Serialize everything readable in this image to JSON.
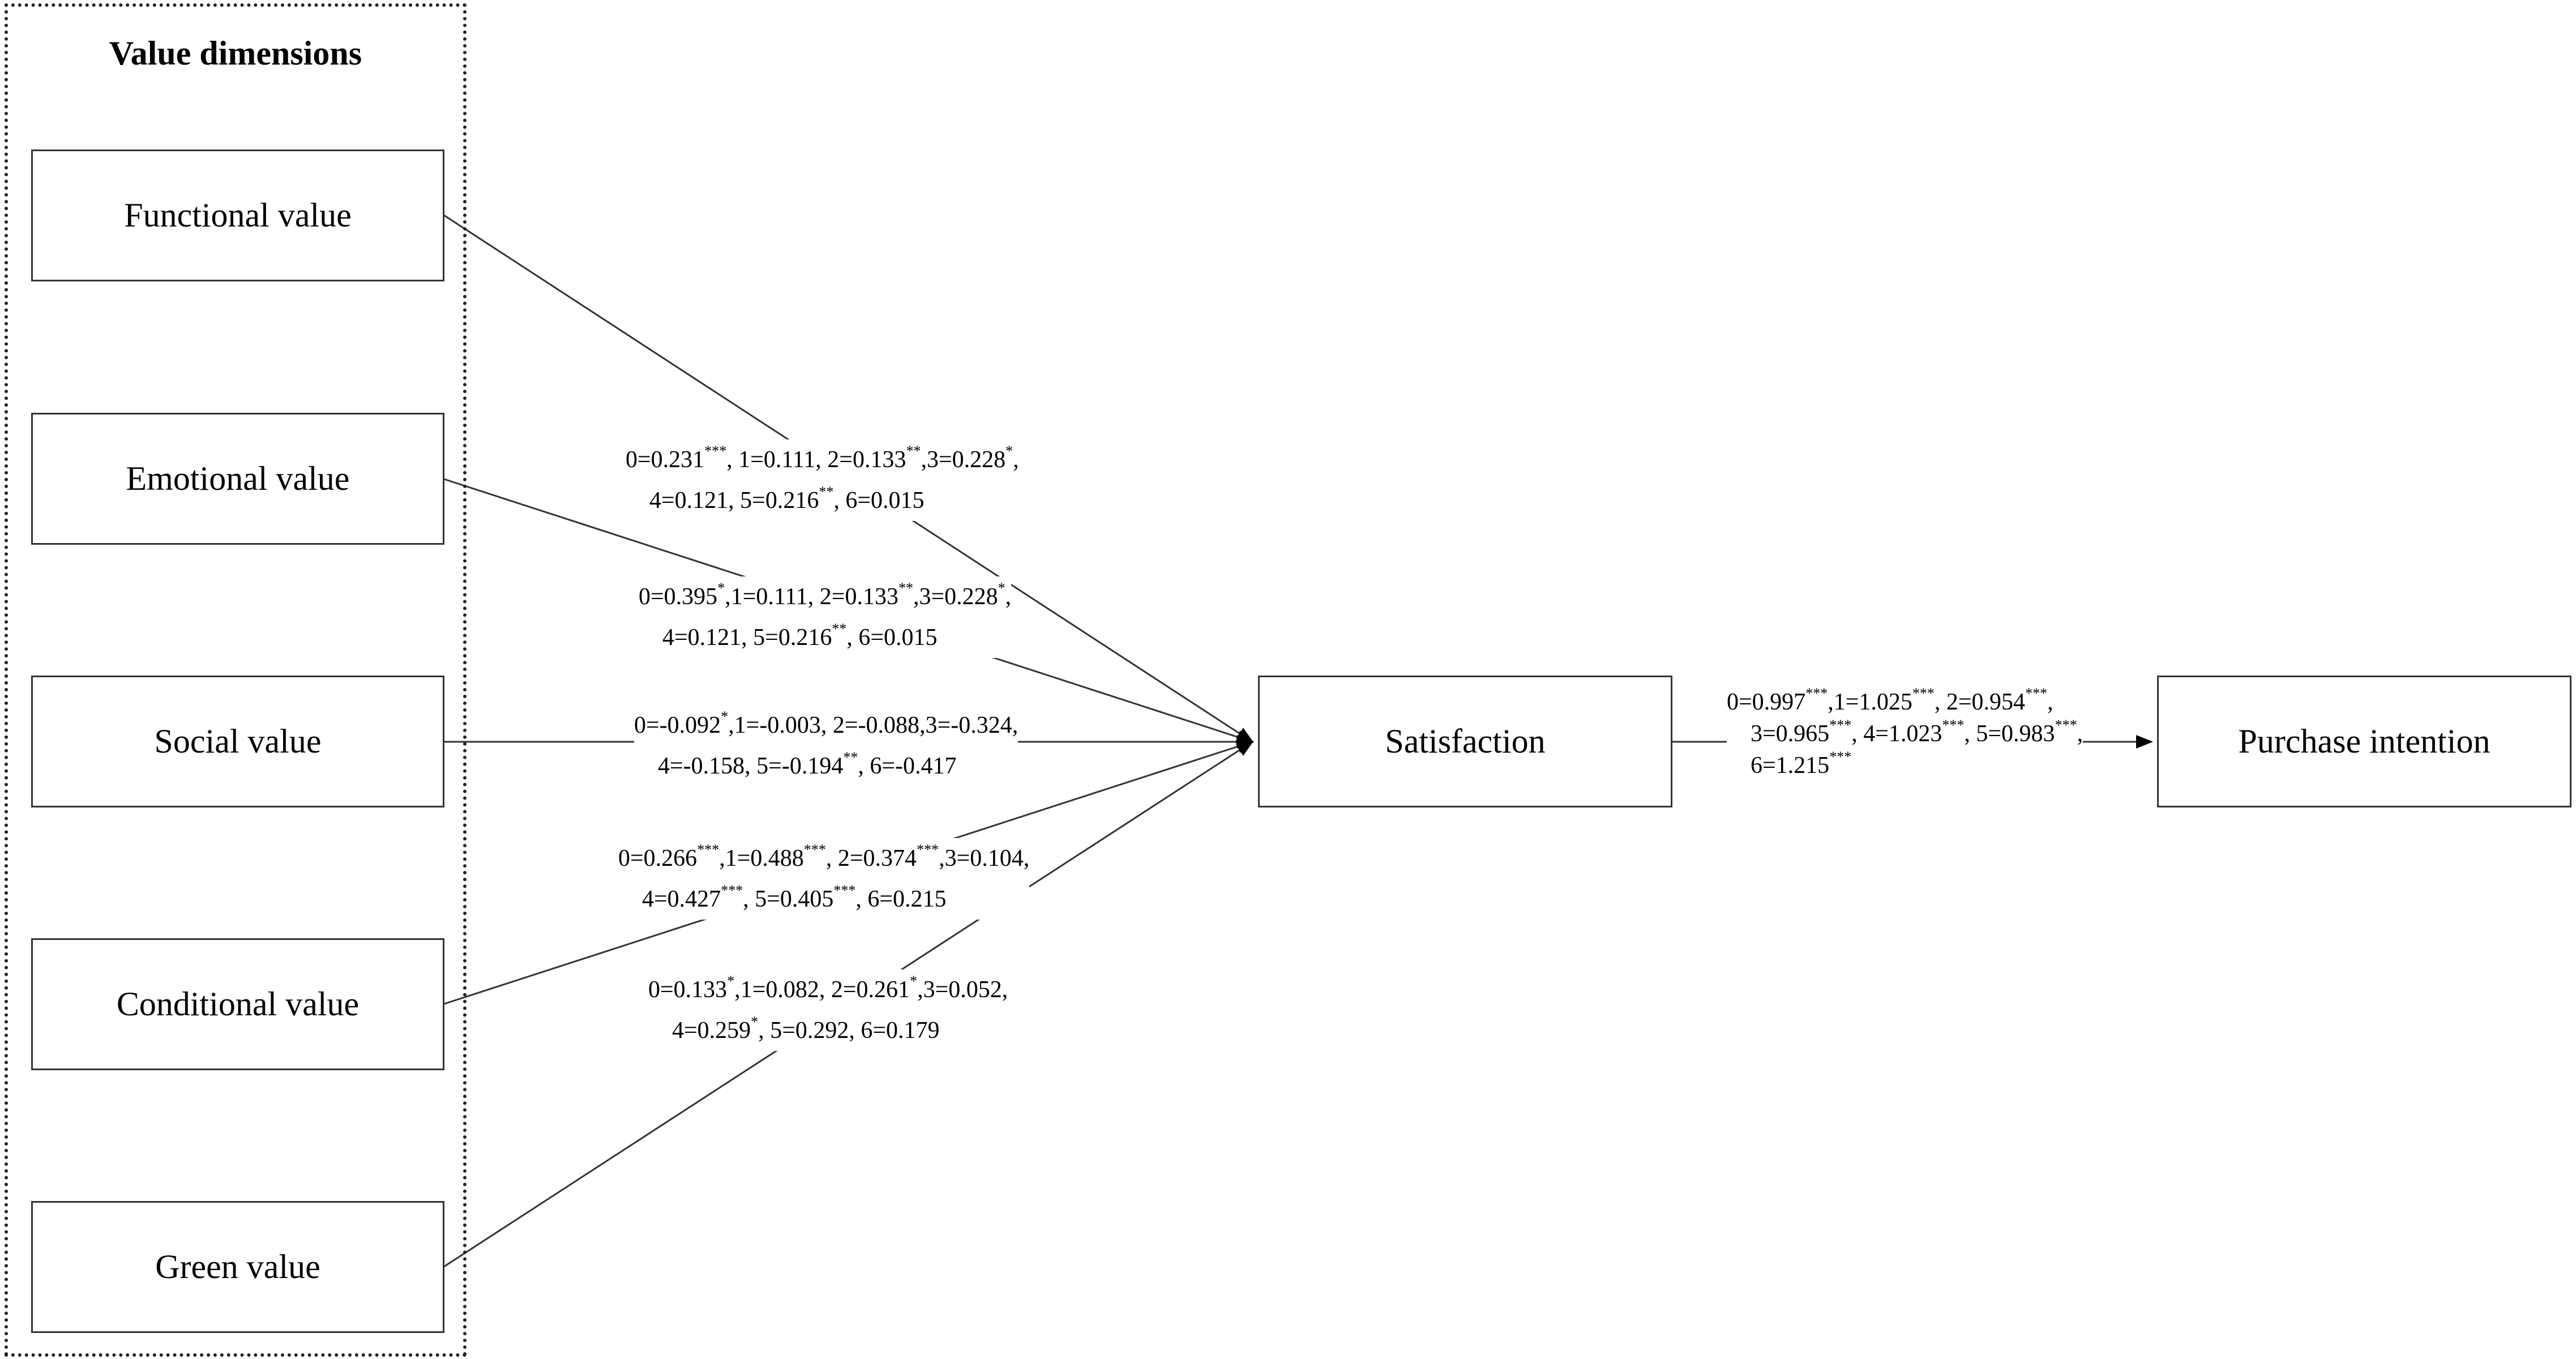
{
  "group": {
    "title": "Value dimensions"
  },
  "nodes": {
    "functional": "Functional value",
    "emotional": "Emotional value",
    "social": "Social value",
    "conditional": "Conditional value",
    "green": "Green value",
    "satisfaction": "Satisfaction",
    "purchase": "Purchase intention"
  },
  "paths": {
    "functional": [
      [
        [
          "0=0.231",
          "***"
        ],
        [
          ", 1=0.111, 2=0.133",
          "**"
        ],
        [
          ",3=0.228",
          "*"
        ],
        [
          ",",
          ""
        ]
      ],
      [
        [
          "4=0.121, 5=0.216",
          "**"
        ],
        [
          ", 6=0.015",
          ""
        ]
      ]
    ],
    "emotional": [
      [
        [
          "0=0.395",
          "*"
        ],
        [
          ",1=0.111, 2=0.133",
          "**"
        ],
        [
          ",3=0.228",
          "*"
        ],
        [
          ",",
          ""
        ]
      ],
      [
        [
          "4=0.121, 5=0.216",
          "**"
        ],
        [
          ", 6=0.015",
          ""
        ]
      ]
    ],
    "social": [
      [
        [
          "0=-0.092",
          "*"
        ],
        [
          ",1=-0.003, 2=-0.088,3=-0.324,",
          ""
        ]
      ],
      [
        [
          "4=-0.158, 5=-0.194",
          "**"
        ],
        [
          ", 6=-0.417",
          ""
        ]
      ]
    ],
    "conditional": [
      [
        [
          "0=0.266",
          "***"
        ],
        [
          ",1=0.488",
          "***"
        ],
        [
          ", 2=0.374",
          "***"
        ],
        [
          ",3=0.104,",
          ""
        ]
      ],
      [
        [
          "4=0.427",
          "***"
        ],
        [
          ", 5=0.405",
          "***"
        ],
        [
          ", 6=0.215",
          ""
        ]
      ]
    ],
    "green": [
      [
        [
          "0=0.133",
          "*"
        ],
        [
          ",1=0.082, 2=0.261",
          "*"
        ],
        [
          ",3=0.052,",
          ""
        ]
      ],
      [
        [
          "4=0.259",
          "*"
        ],
        [
          ", 5=0.292, 6=0.179",
          ""
        ]
      ]
    ],
    "satisfaction_purchase": [
      [
        [
          "0=0.997",
          "***"
        ],
        [
          ",1=1.025",
          "***"
        ],
        [
          ", 2=0.954",
          "***"
        ],
        [
          ",",
          ""
        ]
      ],
      [
        [
          "3=0.965",
          "***"
        ],
        [
          ", 4=1.023",
          "***"
        ],
        [
          ", 5=0.983",
          "***"
        ],
        [
          ",",
          ""
        ]
      ],
      [
        [
          "6=1.215",
          "***"
        ]
      ]
    ]
  },
  "colors": {
    "line": "#333333",
    "text": "#000000",
    "background": "#ffffff"
  }
}
